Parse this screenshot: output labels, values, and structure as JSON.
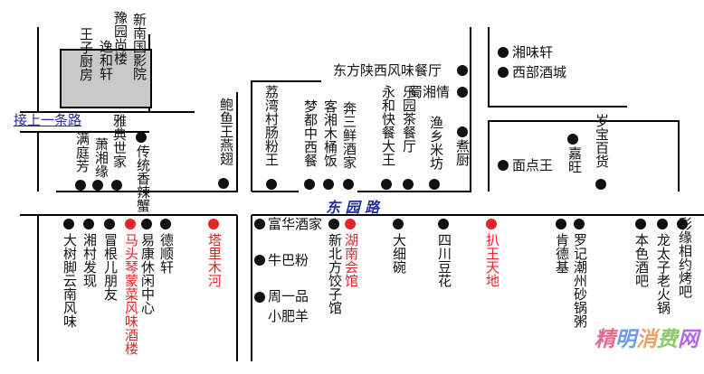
{
  "road": {
    "name": "东 园 路"
  },
  "link": {
    "label": "接上一条路"
  },
  "watermark": {
    "text": "精明消费网",
    "colors": [
      "#e86a8e",
      "#6a9de8",
      "#e8a46a",
      "#8ec96a",
      "#b46ae8"
    ]
  },
  "colors": {
    "dot": "#111111",
    "highlight": "#e3262a",
    "road_name": "#1f2f9e"
  },
  "places_top": {
    "wangzi": "王子厨房",
    "yihe": "逸和轩",
    "yuyuan": "豫园尚楼",
    "xinnan": "新南国影院",
    "mantingfang": "满庭芳",
    "yadian": "雅典世家",
    "xiaoxiangyuan": "萧湘缘",
    "chuantong": "传统香辣蟹",
    "baoyu": "鲍鱼王燕翅",
    "liwan": "荔湾村肠粉王",
    "mengdu": "梦都中西餐",
    "kexiang": "客湘木桶饭",
    "bensan": "奔三鲜酒家",
    "yonghe": "永和快餐大王",
    "leyuan": "乐园茶餐厅",
    "yuxiang": "渔乡米坊",
    "dongfang": "东方陕西风味餐厅",
    "shuxiang": "蜀湘情",
    "zhuchu": "煮厨",
    "xiangwei": "湘味轩",
    "xibu": "西部酒城",
    "miandian": "面点王",
    "jiawang": "嘉旺",
    "suibao": "岁宝百货"
  },
  "places_bottom": {
    "dashu": "大树脚云南风味",
    "xiangcun": "湘村发现",
    "maogen": "冒根儿朋友",
    "matou": "马头琴蒙菜风味酒楼",
    "yikang": "易康休闲中心",
    "deshun": "德顺轩",
    "talimuhe": "塔里木河",
    "fuhua": "富华酒家",
    "niubafen": "牛巴粉",
    "zhouyipin": "周一品小肥羊",
    "xinbeifang": "新北方饺子馆",
    "hunan": "湖南会馆",
    "daxiwan": "大细碗",
    "sichuan": "四川豆花",
    "bawang": "扒王天地",
    "kendeji": "肯德基",
    "luoji": "罗记潮州砂锅粥",
    "bense": "本色酒吧",
    "longtaizi": "龙太子老火锅",
    "caiyuan": "彩缘相约烤吧"
  }
}
